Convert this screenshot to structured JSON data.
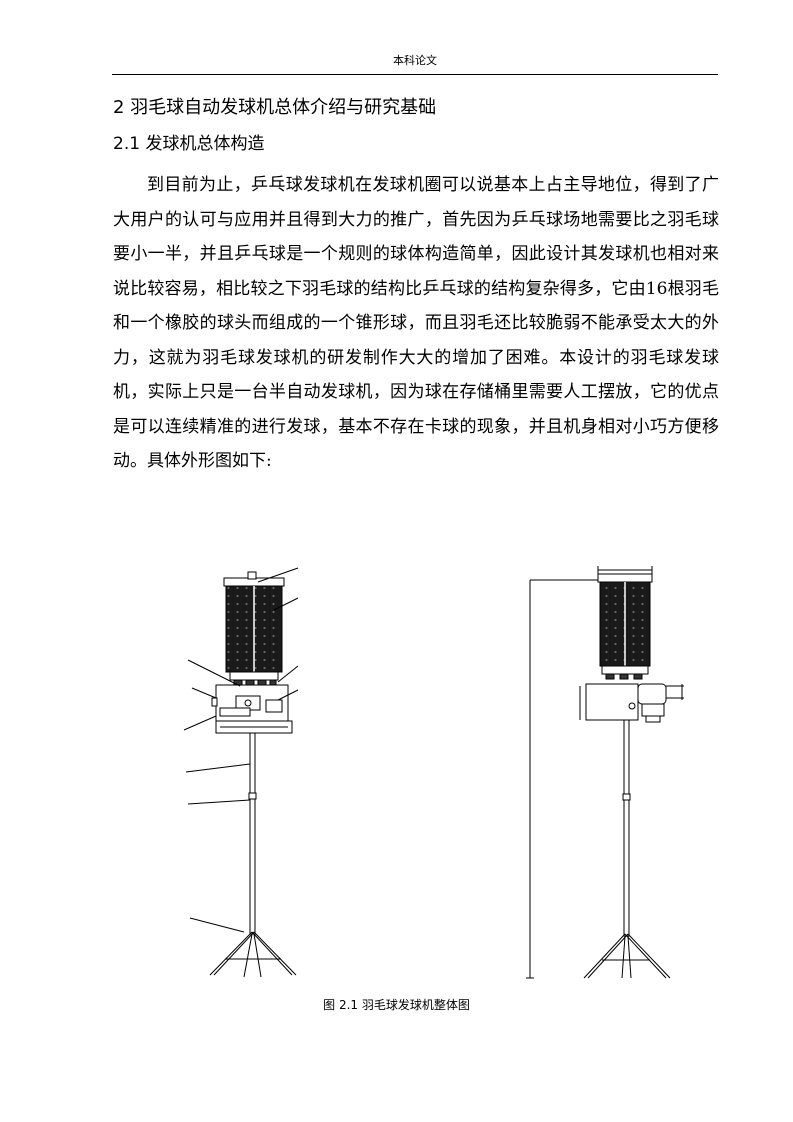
{
  "header": {
    "title": "本科论文"
  },
  "section": {
    "heading": "2 羽毛球自动发球机总体介绍与研究基础"
  },
  "subsection": {
    "heading": "2.1 发球机总体构造"
  },
  "paragraph": {
    "text": "到目前为止，乒乓球发球机在发球机圈可以说基本上占主导地位，得到了广大用户的认可与应用并且得到大力的推广，首先因为乒乓球场地需要比之羽毛球要小一半，并且乒乓球是一个规则的球体构造简单，因此设计其发球机也相对来说比较容易，相比较之下羽毛球的结构比乒乓球的结构复杂得多，它由16根羽毛和一个橡胶的球头而组成的一个锥形球，而且羽毛还比较脆弱不能承受太大的外力，这就为羽毛球发球机的研发制作大大的增加了困难。本设计的羽毛球发球机，实际上只是一台半自动发球机，因为球在存储桶里需要人工摆放，它的优点是可以连续精准的进行发球，基本不存在卡球的现象，并且机身相对小巧方便移动。具体外形图如下:"
  },
  "figure": {
    "caption": "图 2.1 羽毛球发球机整体图"
  }
}
